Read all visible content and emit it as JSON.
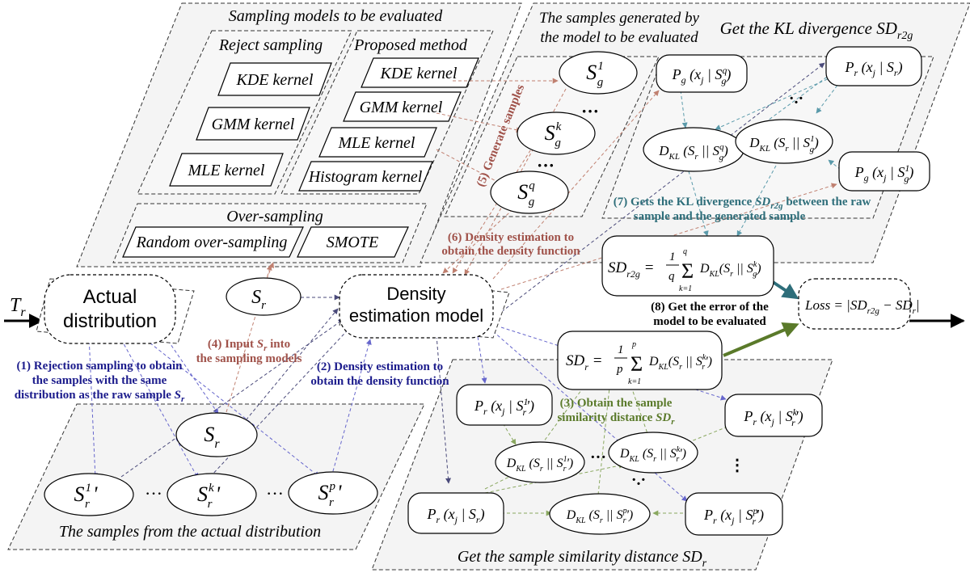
{
  "panels": {
    "sampling_models": "Sampling models to be evaluated",
    "reject_sampling": "Reject sampling",
    "proposed_method": "Proposed method",
    "over_sampling": "Over-sampling",
    "generated_samples": "The samples generated by the model to be evaluated",
    "kl_divergence": "Get the KL divergence SDr2g",
    "actual_samples": "The samples from the actual distribution",
    "similarity_distance": "Get the sample similarity distance SDr"
  },
  "reject_kernels": [
    "KDE kernel",
    "GMM kernel",
    "MLE kernel"
  ],
  "proposed_kernels": [
    "KDE kernel",
    "GMM kernel",
    "MLE kernel",
    "Histogram kernel"
  ],
  "over_sampling_methods": [
    "Random over-sampling",
    "SMOTE"
  ],
  "nodes": {
    "input": "Tr",
    "actual_distribution": "Actual distribution",
    "density_model": "Density estimation model",
    "sr": "Sr",
    "loss": "Loss = |SDr2g − SDr|"
  },
  "steps": {
    "step1": "(1) Rejection sampling to obtain the samples with the same distribution as the raw sample Sr",
    "step2": "(2) Density estimation to obtain the density function",
    "step3": "(3) Obtain the sample similarity distance SDr",
    "step4": "(4) Input Sr into the sampling models",
    "step5": "(5) Generate samples",
    "step6": "(6) Density estimation to obtain the density function",
    "step7": "(7) Gets the KL divergence SDr2g between the raw sample and the generated sample",
    "step8": "(8) Get the error of the model to be evaluated"
  },
  "colors": {
    "blue_text": "#1c1c8c",
    "brown_text": "#a0524a",
    "green_text": "#5a7a2a",
    "teal_text": "#2e6e7a",
    "blue_arrow": "#6666cc",
    "brown_arrow": "#c08070",
    "green_arrow": "#8aa860",
    "teal_arrow": "#5a9aaa"
  }
}
